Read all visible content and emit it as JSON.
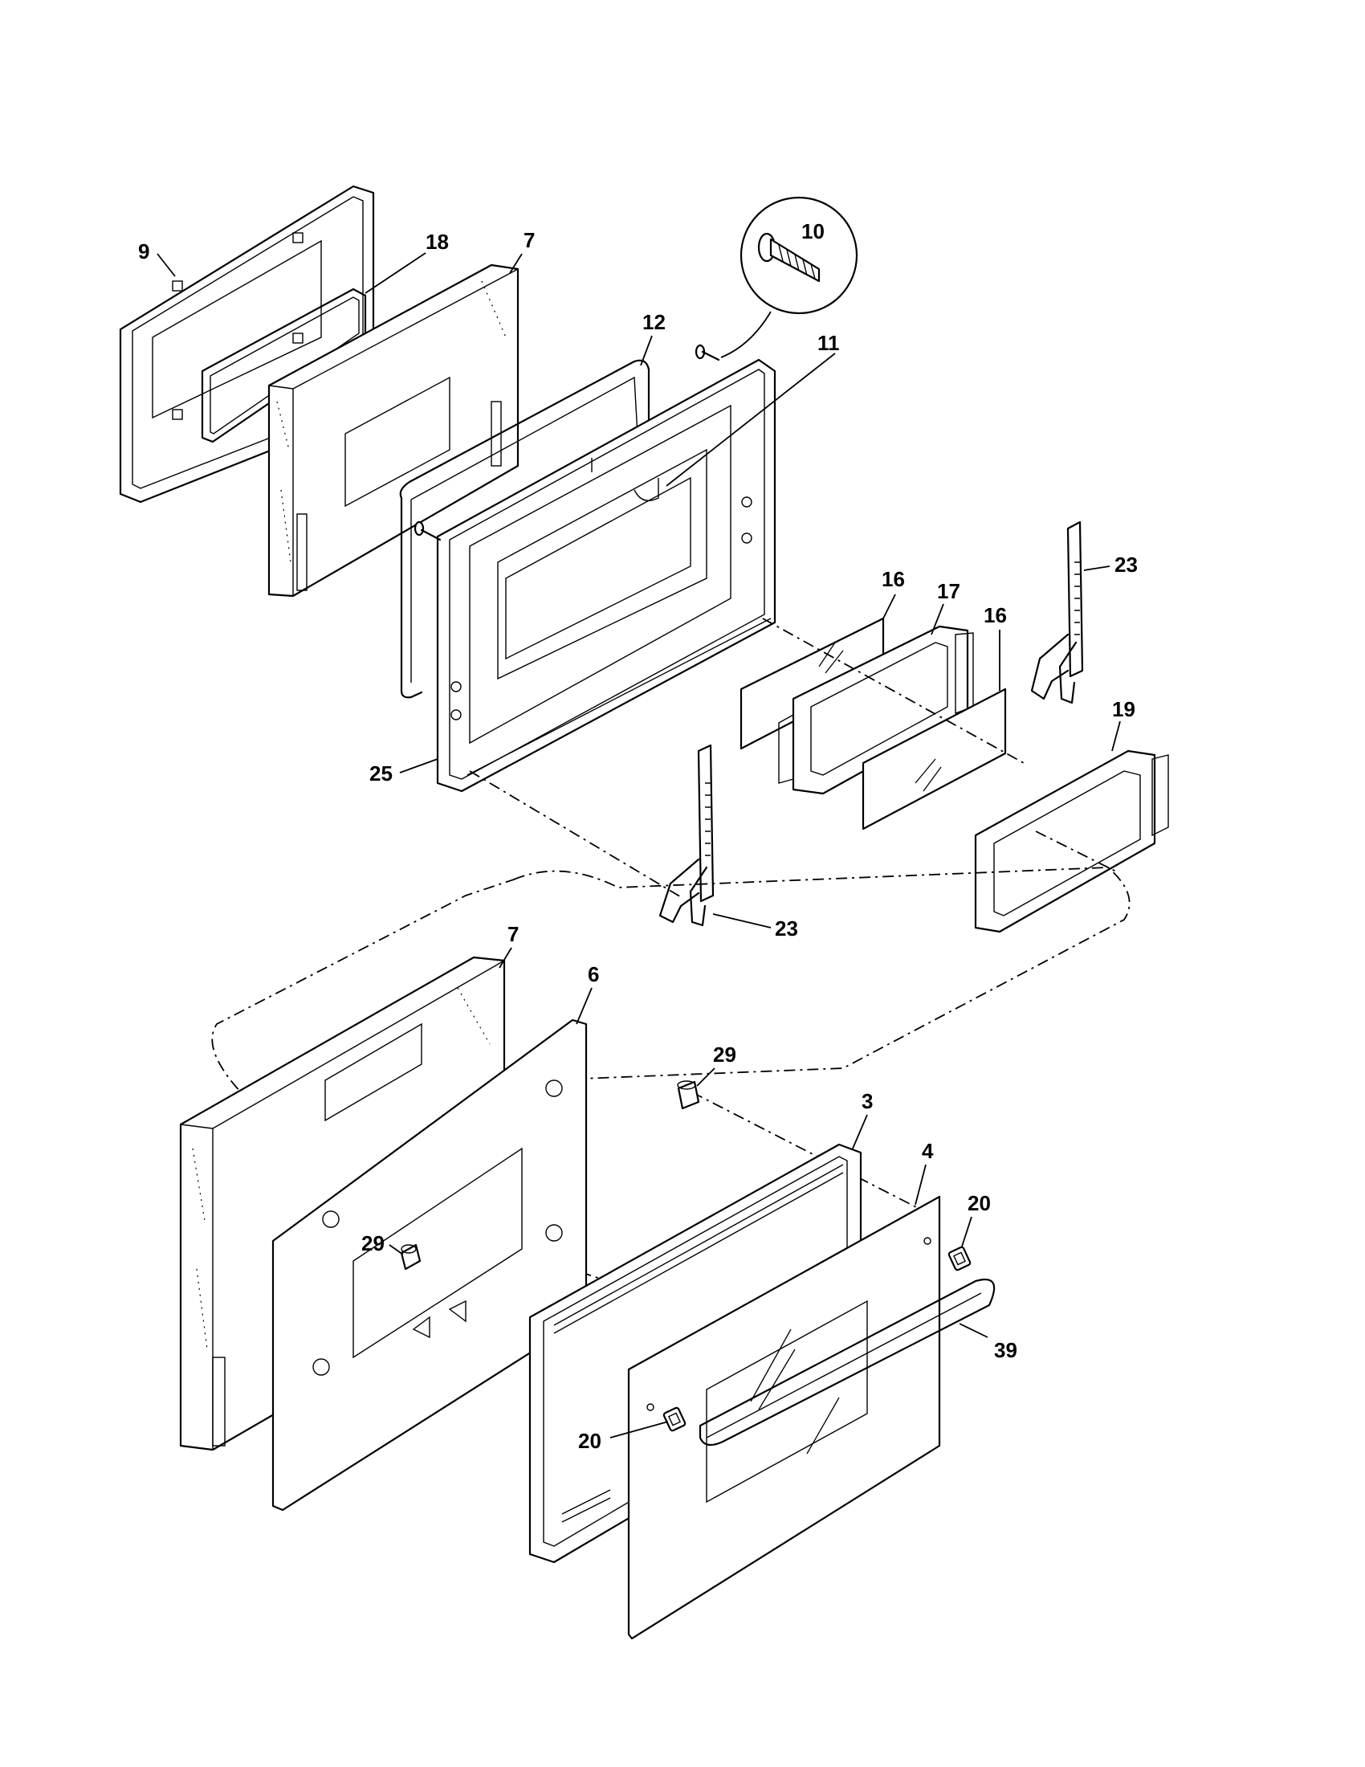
{
  "callouts": {
    "c9": "9",
    "c18": "18",
    "c7a": "7",
    "c10": "10",
    "c12": "12",
    "c11": "11",
    "c16a": "16",
    "c17": "17",
    "c16b": "16",
    "c23a": "23",
    "c19": "19",
    "c25": "25",
    "c23b": "23",
    "c7b": "7",
    "c6": "6",
    "c29a": "29",
    "c3": "3",
    "c4": "4",
    "c20a": "20",
    "c29b": "29",
    "c39": "39",
    "c20b": "20"
  }
}
